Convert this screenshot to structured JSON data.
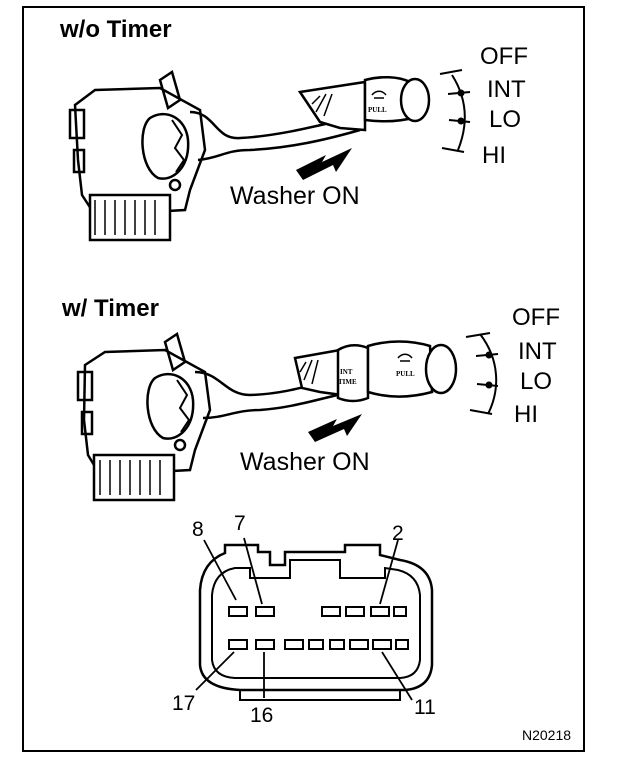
{
  "sections": [
    {
      "title": "w/o Timer",
      "positions": [
        "OFF",
        "INT",
        "LO",
        "HI"
      ],
      "washer": "Washer ON"
    },
    {
      "title": "w/ Timer",
      "positions": [
        "OFF",
        "INT",
        "LO",
        "HI"
      ],
      "washer": "Washer ON"
    }
  ],
  "connector": {
    "pin_labels": [
      "8",
      "7",
      "2",
      "17",
      "16",
      "11"
    ]
  },
  "figure_code": "N20218"
}
